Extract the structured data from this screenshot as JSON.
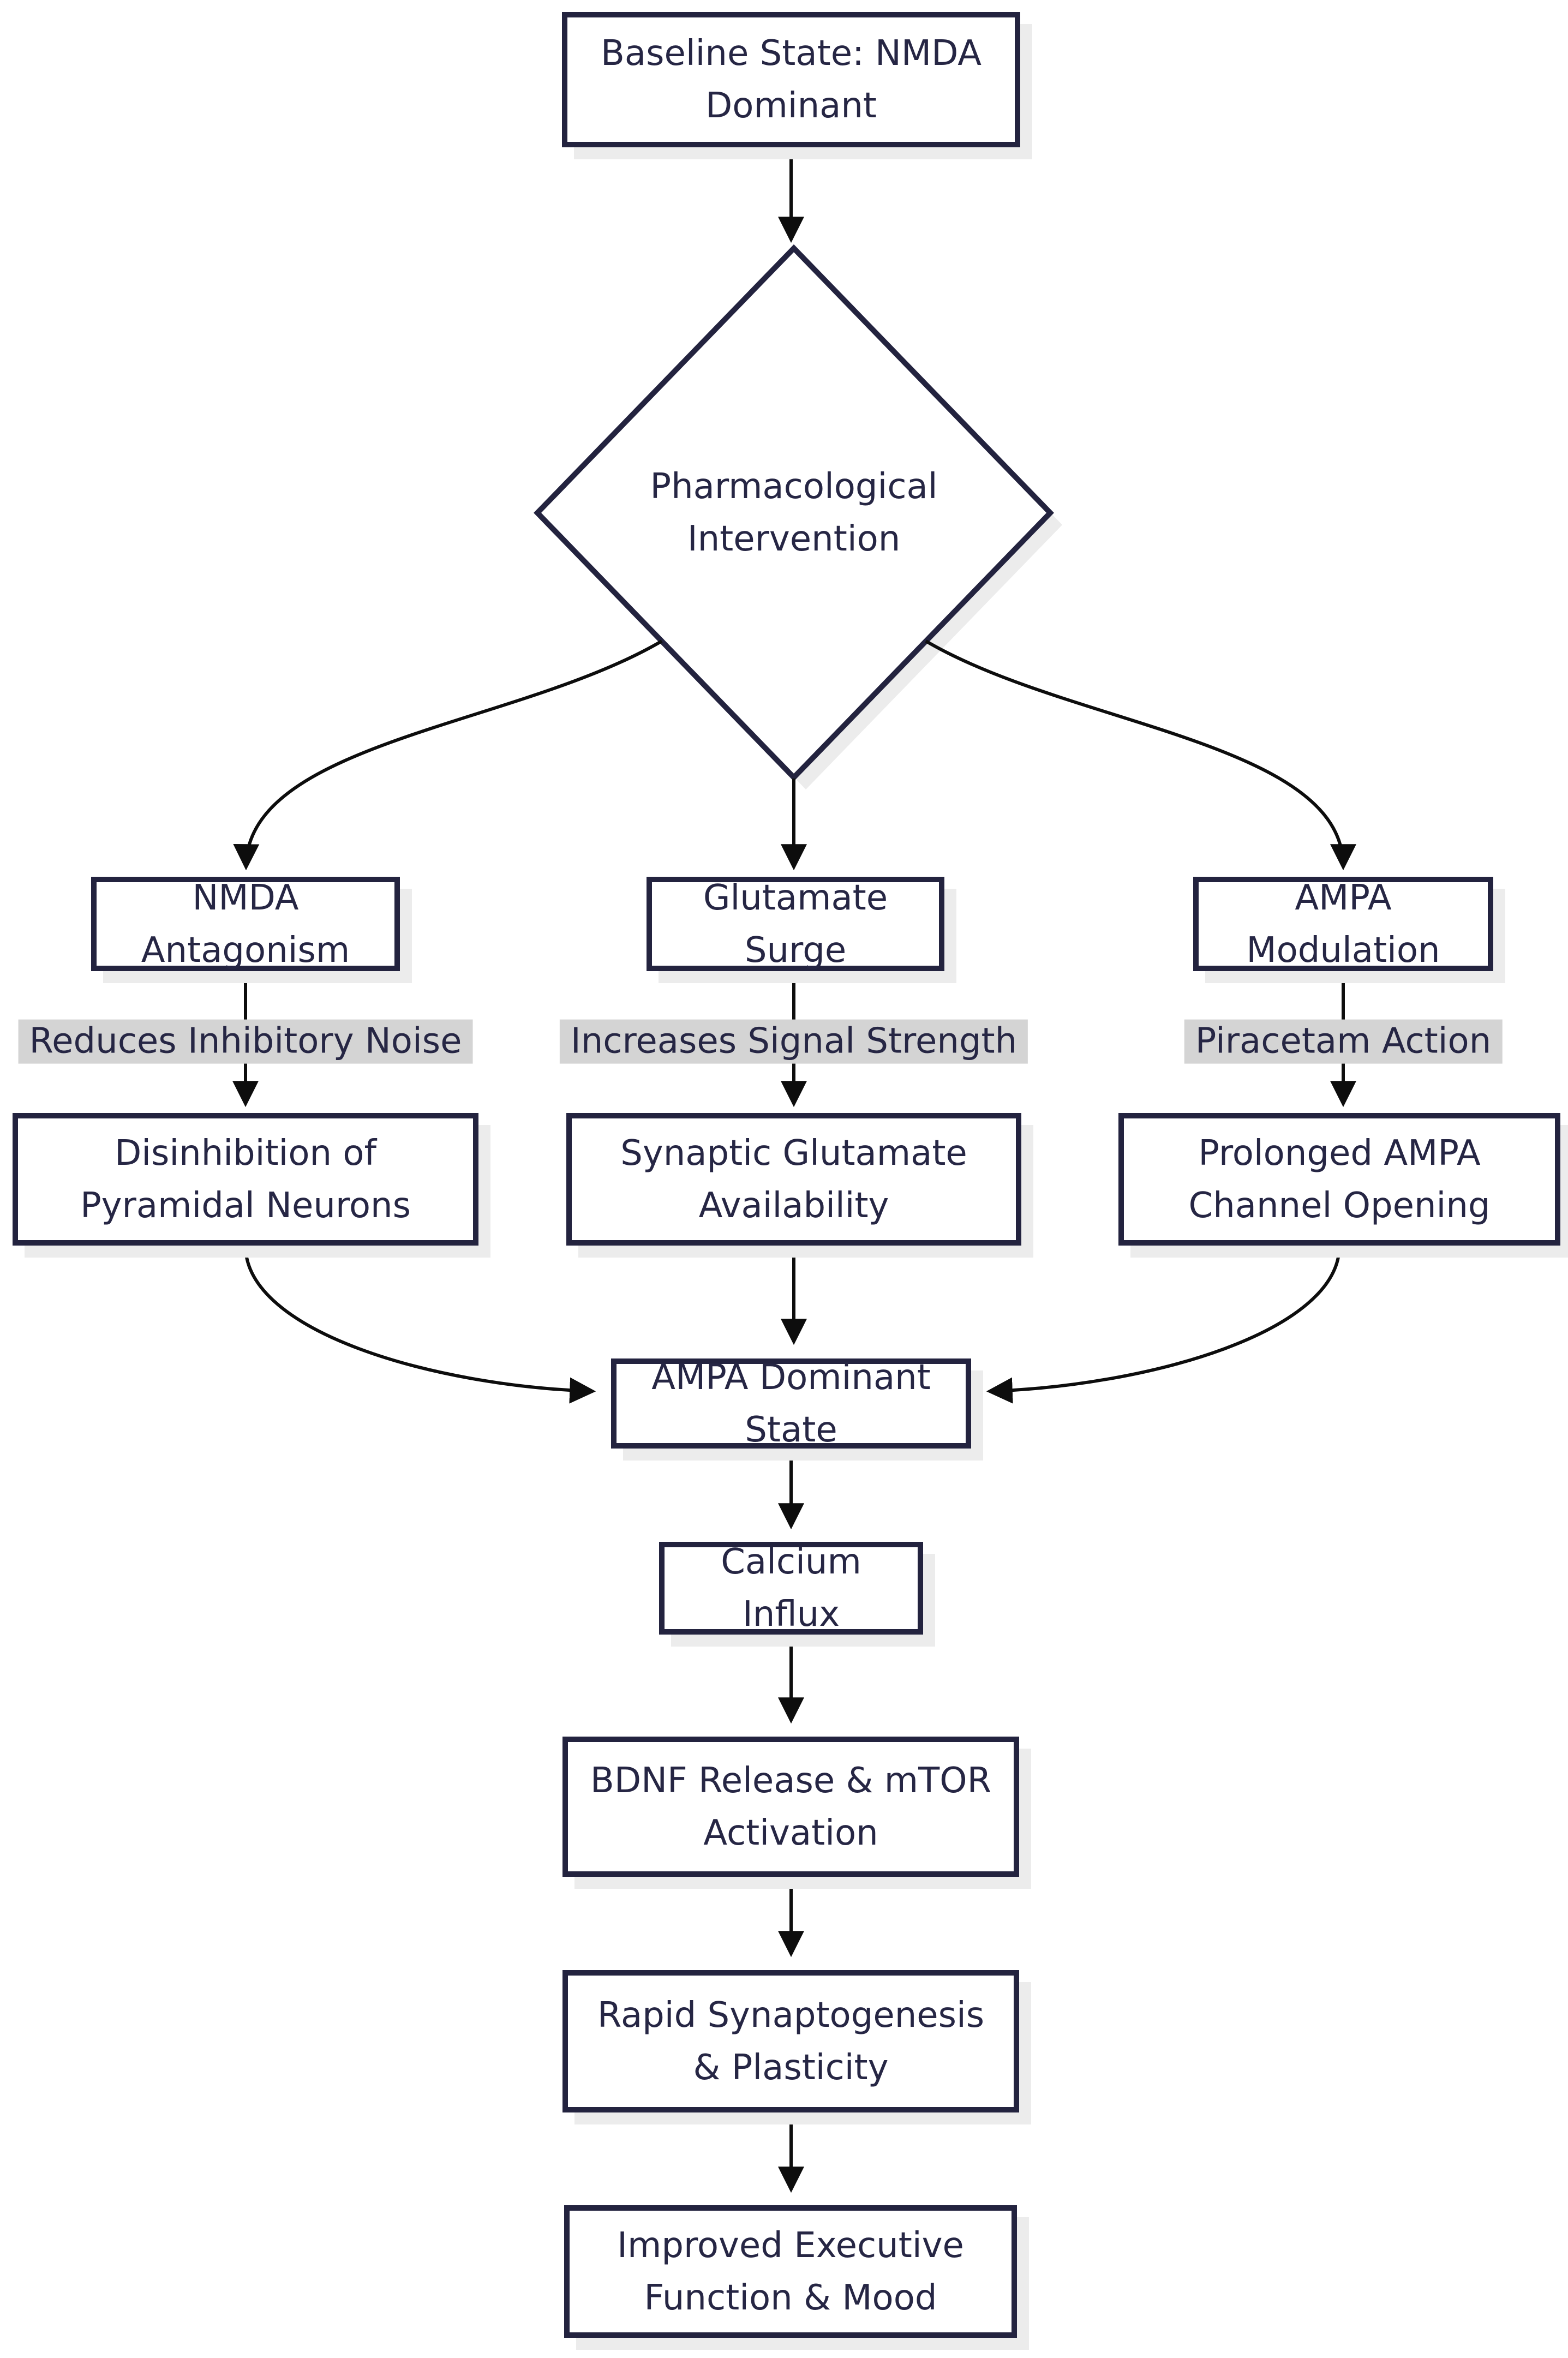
{
  "diagram": {
    "type": "flowchart",
    "nodes": {
      "baseline": {
        "label": "Baseline State: NMDA Dominant"
      },
      "intervention": {
        "label": "Pharmacological Intervention",
        "shape": "diamond"
      },
      "nmda_antagonism": {
        "label": "NMDA Antagonism"
      },
      "glutamate_surge": {
        "label": "Glutamate Surge"
      },
      "ampa_modulation": {
        "label": "AMPA Modulation"
      },
      "disinhibition": {
        "label": "Disinhibition of Pyramidal Neurons"
      },
      "synaptic": {
        "label": "Synaptic Glutamate Availability"
      },
      "prolonged": {
        "label": "Prolonged AMPA Channel Opening"
      },
      "ampa_dominant": {
        "label": "AMPA Dominant State"
      },
      "calcium": {
        "label": "Calcium Influx"
      },
      "bdnf": {
        "label": "BDNF Release & mTOR Activation"
      },
      "synaptogenesis": {
        "label": "Rapid Synaptogenesis & Plasticity"
      },
      "outcome": {
        "label": "Improved Executive Function & Mood"
      }
    },
    "edge_labels": {
      "reduces": "Reduces Inhibitory Noise",
      "increases": "Increases Signal Strength",
      "piracetam": "Piracetam Action"
    },
    "edges": [
      {
        "from": "baseline",
        "to": "intervention"
      },
      {
        "from": "intervention",
        "to": "nmda_antagonism"
      },
      {
        "from": "intervention",
        "to": "glutamate_surge"
      },
      {
        "from": "intervention",
        "to": "ampa_modulation"
      },
      {
        "from": "nmda_antagonism",
        "to": "disinhibition",
        "label": "Reduces Inhibitory Noise"
      },
      {
        "from": "glutamate_surge",
        "to": "synaptic",
        "label": "Increases Signal Strength"
      },
      {
        "from": "ampa_modulation",
        "to": "prolonged",
        "label": "Piracetam Action"
      },
      {
        "from": "disinhibition",
        "to": "ampa_dominant"
      },
      {
        "from": "synaptic",
        "to": "ampa_dominant"
      },
      {
        "from": "prolonged",
        "to": "ampa_dominant"
      },
      {
        "from": "ampa_dominant",
        "to": "calcium"
      },
      {
        "from": "calcium",
        "to": "bdnf"
      },
      {
        "from": "bdnf",
        "to": "synaptogenesis"
      },
      {
        "from": "synaptogenesis",
        "to": "outcome"
      }
    ],
    "colors": {
      "node_border": "#23233f",
      "node_fill": "#ffffff",
      "text": "#262644",
      "edge": "#0d0d0d",
      "label_bg": "#d4d4d4",
      "shadow": "#ececec",
      "background": "#ffffff"
    }
  }
}
